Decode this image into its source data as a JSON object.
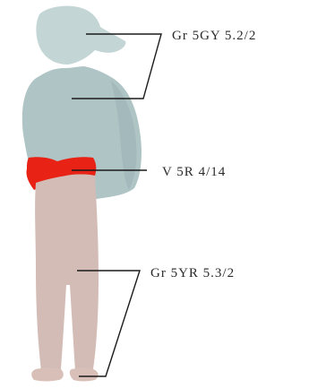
{
  "labels": {
    "top": "Gr 5GY 5.2/2",
    "middle": "V 5R 4/14",
    "bottom": "Gr 5YR 5.3/2"
  },
  "colors": {
    "hat": "#c3d6d5",
    "top": "#afc4c5",
    "waistband": "#e82214",
    "trousers": "#d3bcb6",
    "shoes": "#d8c0b8",
    "leader_lines": "#1a1a1a",
    "label_text": "#2a2a2a"
  }
}
